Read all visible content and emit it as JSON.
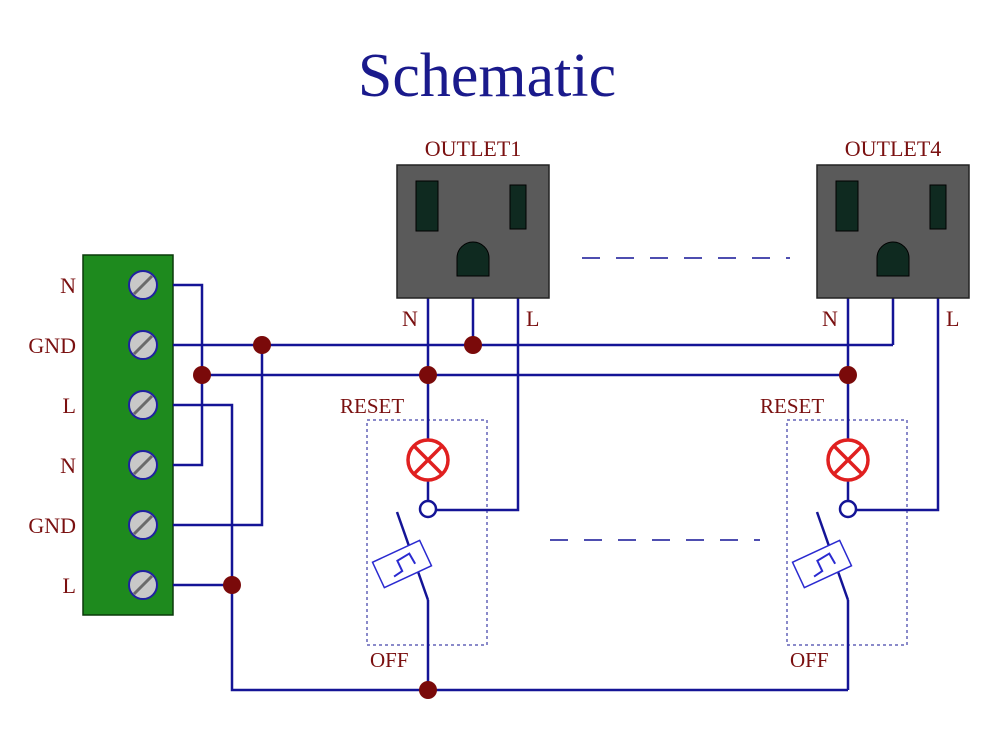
{
  "title": "Schematic",
  "colors": {
    "title": "#1a1a8c",
    "label": "#7a1010",
    "wire": "#141496",
    "node": "#7a0a0a",
    "terminal_block": "#1e8a1e",
    "outlet_body": "#5a5a5a",
    "slot": "#0f2a20",
    "lamp": "#e02020",
    "breaker": "#2a2ad0"
  },
  "terminal_block": {
    "labels": [
      "N",
      "GND",
      "L",
      "N",
      "GND",
      "L"
    ]
  },
  "outlets": [
    {
      "name": "OUTLET1",
      "n_label": "N",
      "l_label": "L",
      "reset_label": "RESET",
      "off_label": "OFF"
    },
    {
      "name": "OUTLET4",
      "n_label": "N",
      "l_label": "L",
      "reset_label": "RESET",
      "off_label": "OFF"
    }
  ],
  "icons": {
    "terminal_screw": "screw-terminal-icon",
    "lamp": "indicator-lamp-icon",
    "breaker": "thermal-breaker-icon",
    "node": "junction-node-icon"
  }
}
